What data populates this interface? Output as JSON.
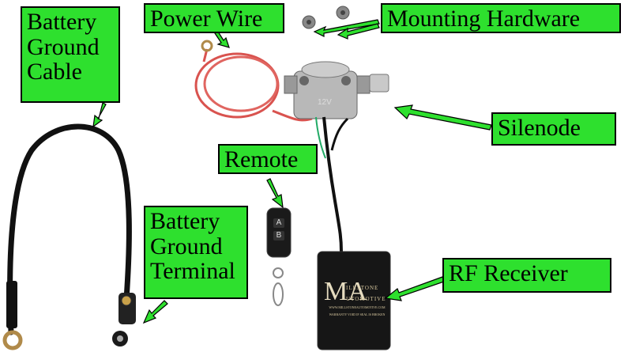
{
  "labels": {
    "battery_ground_cable": [
      "Battery",
      "Ground",
      "Cable"
    ],
    "power_wire": "Power Wire",
    "mounting_hardware": "Mounting Hardware",
    "silenode": "Silenode",
    "remote": "Remote",
    "battery_ground_terminal": [
      "Battery",
      "Ground",
      "Terminal"
    ],
    "rf_receiver": "RF Receiver"
  },
  "receiver": {
    "brand_line1": "ILLSTONE",
    "brand_line2": "UTOMOTIVE",
    "website": "WWW.MILLSTONEAUTOMOTIVE.COM",
    "tagline": "WARRANTY VOID IF SEAL IS BROKEN"
  },
  "remote": {
    "button_a": "A",
    "button_b": "B"
  },
  "solenoid": {
    "marking": "12V"
  },
  "colors": {
    "label_bg": "#2ee02e",
    "arrow": "#2ee02e"
  }
}
